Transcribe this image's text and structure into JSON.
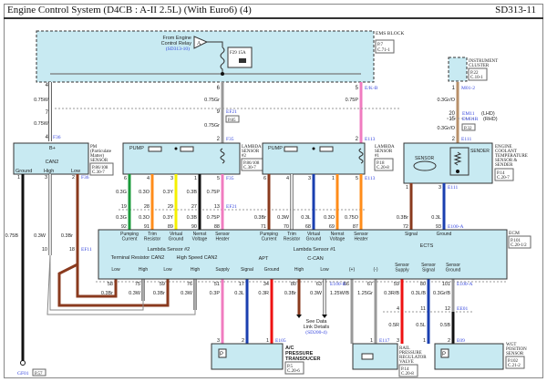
{
  "header": {
    "title": "Engine Control System (D4CB : A-II 2.5L) (With Euro6) (4)",
    "code": "SD313-11"
  },
  "ems_block": {
    "label": "EMS BLOCK",
    "ref": "P.7",
    "conn": "C.71-1",
    "relay_text_1": "From Engine",
    "relay_text_2": "Control Relay",
    "relay_ref": "(SD313-10)",
    "relay_symbol": "A",
    "fuse": "F29 15A"
  },
  "instrument_cluster": {
    "label_1": "INSTRUMENT",
    "label_2": "CLUSTER",
    "ref": "P.22",
    "conn": "C.10-1"
  },
  "pm_sensor": {
    "label": [
      "PM",
      "(Particulate",
      "Matter)",
      "SENSOR"
    ],
    "ref": "P.86/108",
    "conn": "C.30-7",
    "pins": {
      "bplus": "B+",
      "can": "CAN2",
      "ground": "Ground",
      "high": "High",
      "low": "Low"
    }
  },
  "lambda2": {
    "label": [
      "LAMBDA",
      "SENSOR",
      "#2"
    ],
    "ref": "P.86/108",
    "conn": "C.30-7",
    "pump": "PUMP"
  },
  "lambda1": {
    "label": [
      "LAMBDA",
      "SENSOR",
      "#1"
    ],
    "ref": "P.18",
    "conn": "C.20-8",
    "pump": "PUMP"
  },
  "ects": {
    "label": [
      "ENGINE",
      "COOLANT",
      "TEMPERATURE",
      "SENSOR &",
      "SENDER"
    ],
    "ref": "P.14",
    "conn": "C.20-7",
    "sensor": "SENSOR",
    "sender": "SENDER"
  },
  "ecm": {
    "label": "ECM",
    "ref": "P.101",
    "conn": "C.20-1/2",
    "groups": {
      "lambda2": "Lambda Sensor #2",
      "lambda1": "Lambda Sensor #1",
      "ects": "ECTS",
      "term_res": "Terminal Resistor CAN2",
      "hs_can": "High Speed CAN2",
      "apt": "APT",
      "ccan": "C-CAN"
    },
    "top_pins": [
      "Pumping Current",
      "Trim Resistor",
      "Virtual Ground",
      "Nernst Voltage",
      "Sensor Heater",
      "Pumping Current",
      "Trim Resistor",
      "Virtual Ground",
      "Nernst Voltage",
      "Sensor Heater",
      "Signal",
      "Ground"
    ],
    "bottom_pins": [
      "Low",
      "High",
      "Low",
      "High",
      "Supply",
      "Signal",
      "Ground",
      "High",
      "Low",
      "(+)",
      "(-)",
      "Sensor Supply",
      "Sensor Signal",
      "Sensor Ground"
    ]
  },
  "connectors": {
    "f36": "F36",
    "ef21": "EF21",
    "p85": "P.85",
    "f35": "F35",
    "ekb": "E/K-B",
    "e113": "E113",
    "m01_2": "M01-2",
    "em11": "EM11",
    "lhd": "(LHD)",
    "em31r": "EM31R",
    "rhd": "(RHD)",
    "p32": "P.32",
    "e111": "E111",
    "e100a": "E100-A",
    "e100b": "E100-B",
    "ef11": "EF11",
    "p7": "P.7",
    "e105": "E105",
    "e117": "E117",
    "e09": "E09",
    "ee01": "EE01",
    "gf01": "GF01",
    "p57": "P.57"
  },
  "wires": {
    "w_075w": "0.75W",
    "w_075gr": "0.75Gr",
    "w_075p": "0.75P",
    "w_03gro": "0.3Gr/O",
    "w_075b": "0.75B",
    "w_03w": "0.3W",
    "w_03br": "0.3Br",
    "w_03g": "0.3G",
    "w_03o": "0.3O",
    "w_03y": "0.3Y",
    "w_03b": "0.3B",
    "w_03l": "0.3L",
    "w_075o": "0.75O",
    "w_03p": "0.3P",
    "w_03r": "0.3R",
    "w_125wb": "1.25W/B",
    "w_125gr": "1.25Gr",
    "w_03rb": "0.3R/B",
    "w_03lb": "0.3L/B",
    "w_03grb": "0.3Gr/B",
    "w_05r": "0.5R",
    "w_05l": "0.5L",
    "w_05b": "0.5B"
  },
  "pins": {
    "ems_4": "4",
    "ems_6": "6",
    "ems_5": "5",
    "j7": "7",
    "j9": "9",
    "pm_4": "4",
    "l2_2": "2",
    "l1_2": "2",
    "ic_1": "1",
    "j20": "20",
    "j15": "15",
    "ec_2": "2",
    "pm_1": "1",
    "pm_3": "3",
    "pm_2": "2",
    "l2": [
      "6",
      "4",
      "3",
      "1",
      "5"
    ],
    "l2j": [
      "19",
      "28",
      "29",
      "27",
      "13"
    ],
    "l2e": [
      "92",
      "91",
      "89",
      "90",
      "88"
    ],
    "l1": [
      "6",
      "4",
      "3",
      "1",
      "5"
    ],
    "l1e": [
      "71",
      "70",
      "68",
      "69",
      "87"
    ],
    "ec": [
      "1",
      "3"
    ],
    "ece": [
      "72",
      "93"
    ],
    "j10": "10",
    "j18": "18",
    "eb": [
      "58",
      "75",
      "59",
      "76",
      "51",
      "17",
      "34",
      "80",
      "63",
      "66",
      "67",
      "59",
      "80",
      "101"
    ],
    "apt": [
      "3",
      "2",
      "1"
    ],
    "rp": [
      "2",
      "1"
    ],
    "wj": [
      "4",
      "11",
      "12"
    ],
    "wp": [
      "3",
      "1",
      "2"
    ]
  },
  "data_link": {
    "line1": "See Data",
    "line2": "Link Details",
    "ref": "(SD200-4)"
  },
  "apt_sensor": {
    "label": [
      "A/C",
      "PRESSURE",
      "TRANSDUCER"
    ],
    "ref": "P.5",
    "conn": "C.20-6"
  },
  "rail_valve": {
    "label": [
      "RAIL",
      "PRESSURE",
      "REGULATOR",
      "VALVE"
    ],
    "ref": "P.14",
    "conn": "C.20-8"
  },
  "wgt_sensor": {
    "label": [
      "WGT",
      "POSITION",
      "SENSOR"
    ],
    "ref": "P.102",
    "conn": "C.21-2"
  },
  "colors": {
    "box_fill": "#c8eaf2",
    "white_wire": "#f2f2f2",
    "gray": "#999999",
    "pink": "#f07cc0",
    "tan": "#b8906a",
    "brown": "#8a3a1e",
    "green": "#1a9a3a",
    "orange": "#ff8c1a",
    "yellow": "#f5f000",
    "black": "#111111",
    "blue": "#1a3fb0",
    "red": "#ee1111",
    "link": "#3344dd"
  }
}
